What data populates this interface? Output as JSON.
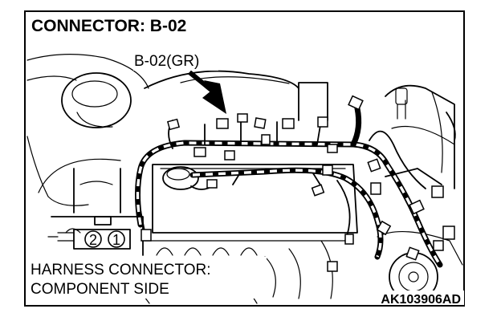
{
  "title": "CONNECTOR: B-02",
  "callout": "B-02(GR)",
  "pins": [
    "2",
    "1"
  ],
  "caption": [
    "HARNESS CONNECTOR:",
    "COMPONENT SIDE"
  ],
  "code": "AK103906AD"
}
